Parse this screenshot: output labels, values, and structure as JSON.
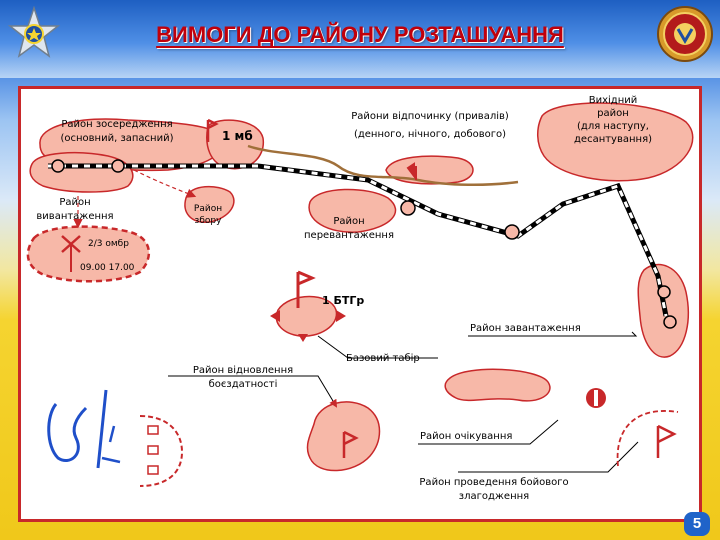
{
  "slide": {
    "title": "ВИМОГИ ДО РАЙОНУ РОЗТАШУАННЯ",
    "page_number": "5"
  },
  "labels": {
    "concentration_area": "Район зосередження",
    "concentration_sub": "(основний,  запасний)",
    "unit_1mb": "1 мб",
    "rest_areas": "Райони відпочинку (привалів)",
    "rest_sub": "(денного, нічного, добового)",
    "start_area_1": "Вихідний",
    "start_area_2": "район",
    "start_area_3": "(для наступу,",
    "start_area_4": "десантування)",
    "unload_area_1": "Район",
    "unload_area_2": "вивантаження",
    "gather_area_1": "Район",
    "gather_area_2": "збору",
    "transship_1": "Район",
    "transship_2": "перевантаження",
    "brigade": "2/3 омбр",
    "times": "09.00  17.00",
    "btg": "1 БТГр",
    "load_area": "Район завантаження",
    "base_camp": "Базовий табір",
    "recovery_1": "Район відновлення",
    "recovery_2": "боєздатності",
    "waiting_area": "Район очікування",
    "training_1": "Район проведення бойового",
    "training_2": "злагодження"
  },
  "colors": {
    "area_fill": "#f7b8a8",
    "area_stroke": "#c8282a",
    "title": "#c0000b",
    "accent_blue": "#1f63c9",
    "route": "#000000",
    "road_brown": "#a0703a"
  }
}
